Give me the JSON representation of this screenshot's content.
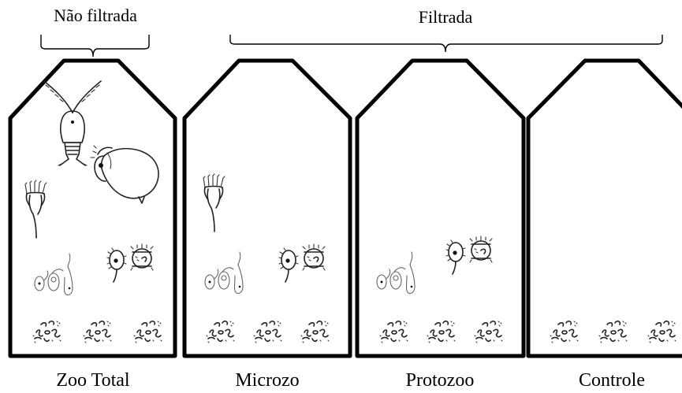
{
  "header": {
    "unfiltered_label": "Não filtrada",
    "filtered_label": "Filtrada"
  },
  "bottles": [
    {
      "label": "Zoo Total",
      "contents": [
        "copepod-icon",
        "cladoceran-icon",
        "rotifer-icon",
        "flagellate-icon",
        "ciliate-icon",
        "bacteria-icon"
      ]
    },
    {
      "label": "Microzo",
      "contents": [
        "rotifer-icon",
        "flagellate-icon",
        "ciliate-icon",
        "bacteria-icon"
      ]
    },
    {
      "label": "Protozoo",
      "contents": [
        "flagellate-icon",
        "ciliate-icon",
        "bacteria-icon"
      ]
    },
    {
      "label": "Controle",
      "contents": [
        "bacteria-icon"
      ]
    }
  ]
}
